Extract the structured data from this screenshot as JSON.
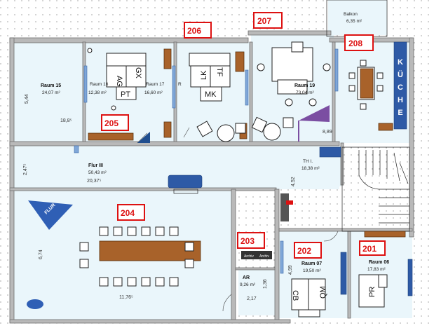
{
  "rooms": {
    "raum15": {
      "name": "Raum 15",
      "area": "24,07 m²"
    },
    "raum16": {
      "name": "Raum 16",
      "area": "12,38 m²"
    },
    "raum17": {
      "name": "Raum 17",
      "area": "16,60 m²"
    },
    "raum18": {
      "name": "R"
    },
    "raum19": {
      "name": "Raum 19",
      "area": "73,04 m²"
    },
    "balkon": {
      "name": "Balkon",
      "area": "6,35 m²"
    },
    "flur": {
      "name": "Flur III",
      "area": "50,43 m²",
      "dim": "20,37⁵"
    },
    "th": {
      "name": "TH I.",
      "area": "18,38 m²"
    },
    "raum07": {
      "name": "Raum 07",
      "area": "19,50 m²"
    },
    "raum06": {
      "name": "Raum 06",
      "area": "17,83 m²"
    },
    "ar": {
      "name": "AR",
      "area": "9,26 m²"
    }
  },
  "dimensions": {
    "d_544": "5,44",
    "d_189": "18,8⁵",
    "d_889": "8,89",
    "d_247": "2,47⁵",
    "d_674": "6,74",
    "d_1176": "11,76⁵",
    "d_452": "4,52",
    "d_499": "4,99",
    "d_217": "2,17",
    "d_136": "1,36"
  },
  "tags": [
    "201",
    "202",
    "203",
    "204",
    "205",
    "206",
    "207",
    "208"
  ],
  "desk_labels": {
    "ag": "AG",
    "gx": "GX",
    "pt": "PT",
    "lk": "LK",
    "tf": "TF",
    "mk": "MK",
    "cb": "CB",
    "qm": "QM",
    "pr": "PR"
  },
  "kueche": [
    "K",
    "Ü",
    "C",
    "H",
    "E"
  ],
  "archiv": [
    "Archiv",
    "Archiv"
  ],
  "flur_sign": "FLUR"
}
